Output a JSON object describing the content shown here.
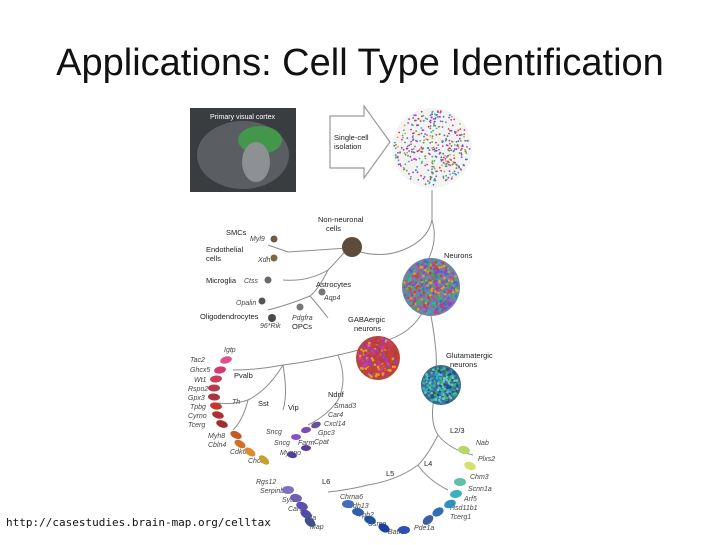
{
  "slide": {
    "title": "Applications: Cell Type Identification",
    "source_url": "http://casestudies.brain-map.org/celltax"
  },
  "figure": {
    "brain_panel_label": "Primary visual cortex",
    "arrow_label_line1": "Single-cell",
    "arrow_label_line2": "isolation",
    "nodes": {
      "non_neuronal_line1": "Non-neuronal",
      "non_neuronal_line2": "cells",
      "neurons": "Neurons",
      "astrocytes": "Astrocytes",
      "pdgfra": "Pdgfra",
      "opcs": "OPCs",
      "gaba_line1": "GABAergic",
      "gaba_line2": "neurons",
      "glut_line1": "Glutamatergic",
      "glut_line2": "neurons",
      "l23": "L2/3",
      "l4": "L4",
      "l5": "L5",
      "l6": "L6"
    },
    "cell_types": [
      {
        "label": "SMCs",
        "gene": "Myl9"
      },
      {
        "label": "Endothelial",
        "label2": "cells",
        "gene": "Xdh"
      },
      {
        "label": "Microglia",
        "gene": "Ctss"
      },
      {
        "label": "",
        "gene": "Opalin"
      },
      {
        "label": "Oligodendrocytes",
        "gene": "96*Rik"
      }
    ],
    "genes": {
      "aqp4": "Aqp4",
      "igtp": "Igtp",
      "tac2": "Tac2",
      "chodl_top": "Ghcx5",
      "wt1": "Wt1",
      "rspo2": "Rspo2",
      "gpx3": "Gpx3",
      "tpbg": "Tpbg",
      "cyrno": "Cyrno",
      "tcerg": "Tcerg",
      "pvalb": "Pvalb",
      "th": "Th",
      "myh8": "Myh8",
      "cbln4": "Cbln4",
      "cdk6": "Cdk6",
      "chodl": "Chodl",
      "sst": "Sst",
      "vip": "Vip",
      "ndnf": "Ndnf",
      "smad3": "Smad3",
      "car4": "Car4",
      "cxcl14": "Cxcl14",
      "gpc3": "Gpc3",
      "cpat": "Cpat",
      "sncg1": "Sncg",
      "sncg2": "Sncg",
      "mynpo": "Mynpo",
      "farm": "Farm",
      "nab": "Nab",
      "plxs2": "Plxs2",
      "chm3": "Chm3",
      "scnn1a": "Scnn1a",
      "arf5": "Arf5",
      "hsd11b1": "Hsd11b1",
      "tcerg1": "Tcerg1",
      "rgs12": "Rgs12",
      "serpin": "Serpinb11",
      "syt17": "Syt17",
      "car12": "Car12",
      "sla": "Sla",
      "map": "Map",
      "chrna6": "Chrna6",
      "cdh13": "Cdh13",
      "tph2": "Tph2",
      "usmo": "Usmo",
      "batf3": "Batf3",
      "pde1a": "Pde1a"
    }
  }
}
